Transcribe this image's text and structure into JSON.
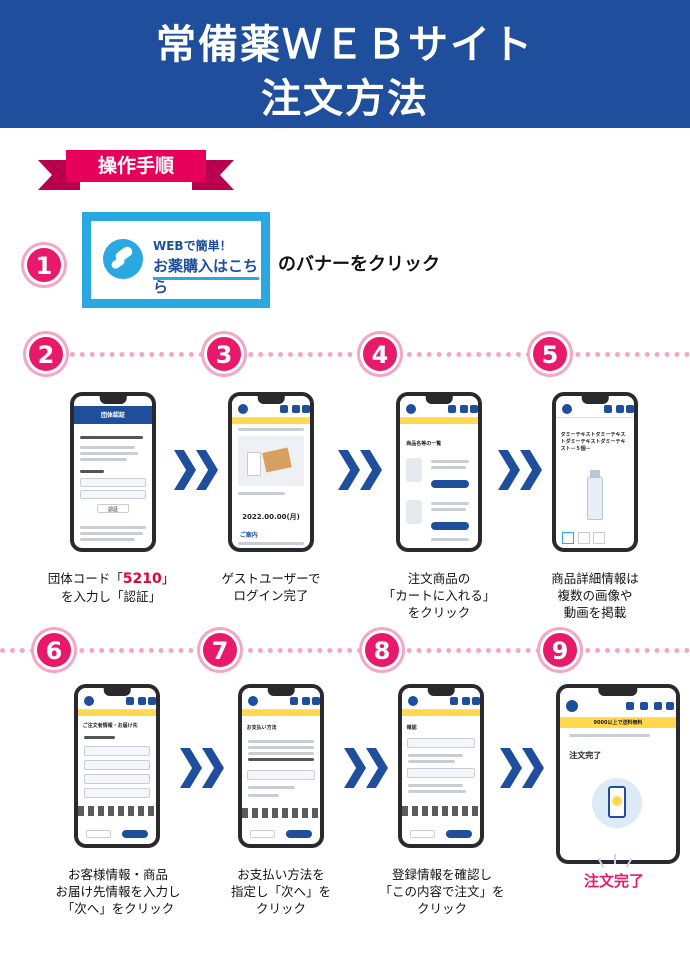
{
  "header": {
    "title_line1": "常備薬ＷＥＢサイト",
    "title_line2": "注文方法"
  },
  "ribbon": {
    "label": "操作手順"
  },
  "step1": {
    "number": "1",
    "banner_line1": "WEBで簡単！",
    "banner_line2": "お薬購入はこちら",
    "text": "のバナーをクリック"
  },
  "steps": [
    {
      "number": "2",
      "caption_pre": "団体コード「",
      "code": "5210",
      "caption_post": "」",
      "caption_l2": "を入力し「認証」"
    },
    {
      "number": "3",
      "caption_l1": "ゲストユーザーで",
      "caption_l2": "ログイン完了"
    },
    {
      "number": "4",
      "caption_l1": "注文商品の",
      "caption_l2": "「カートに入れる」",
      "caption_l3": "をクリック"
    },
    {
      "number": "5",
      "caption_l1": "商品詳細情報は",
      "caption_l2": "複数の画像や",
      "caption_l3": "動画を掲載"
    },
    {
      "number": "6",
      "caption_l1": "お客様情報・商品",
      "caption_l2": "お届け先情報を入力し",
      "caption_l3": "「次へ」をクリック"
    },
    {
      "number": "7",
      "caption_l1": "お支払い方法を",
      "caption_l2": "指定し「次へ」を",
      "caption_l3": "クリック"
    },
    {
      "number": "8",
      "caption_l1": "登録情報を確認し",
      "caption_l2": "「この内容で注文」を",
      "caption_l3": "クリック"
    },
    {
      "number": "9",
      "caption_l1": "注文完了"
    }
  ],
  "phones": {
    "p2": {
      "heading": "団体認証",
      "btn": "認証"
    },
    "p3": {
      "price": "2022.00.00(月)",
      "notice": "ご案内"
    },
    "p4": {
      "title": "商品名等の一覧"
    },
    "p5": {
      "name": "ダミーテキストダミーテキストダミーテキストダミーテキスト－５個－"
    },
    "p6": {
      "title": "ご注文者情報・お届け先"
    },
    "p7": {
      "title": "お支払い方法"
    },
    "p8": {
      "title": "確認"
    },
    "p9": {
      "banner": "9000以上で送料無料",
      "title": "注文完了"
    }
  },
  "colors": {
    "navy": "#1e4e9c",
    "pink": "#e8196a",
    "cyan": "#29a8e2",
    "yellow": "#ffd84d"
  }
}
